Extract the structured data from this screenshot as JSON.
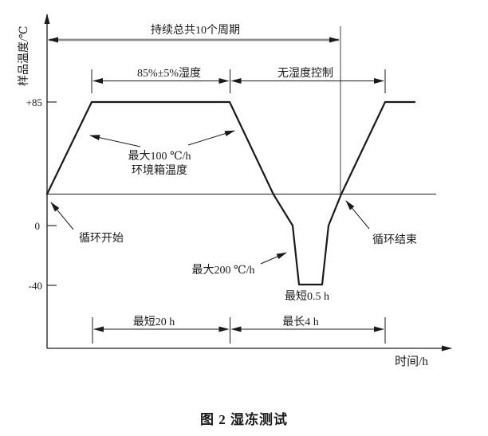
{
  "figure": {
    "caption": "图 2  湿冻测试"
  },
  "axes": {
    "y_label": "样品温度/℃",
    "x_label": "时间/h",
    "y_ticks": {
      "p85": "+85",
      "zero": "0",
      "m40": "-40"
    }
  },
  "dimensions": {
    "total_cycles": "持续总共10个周期",
    "humidity_zone": "85%±5%湿度",
    "no_humidity_zone": "无湿度控制",
    "min_dwell_warm": "最短20 h",
    "max_freeze_segment": "最长4 h"
  },
  "annotations": {
    "max_rate_warm_line1": "最大100 ℃/h",
    "max_rate_warm_line2": "环境箱温度",
    "max_rate_cold": "最大200 ℃/h",
    "min_dwell_cold": "最短0.5 h",
    "cycle_start": "循环开始",
    "cycle_end": "循环结束"
  },
  "colors": {
    "line": "#1a1a1a",
    "cycle_arrow_gray": "#8c8c8c",
    "marker_line_gray": "#777777"
  },
  "chart_data": {
    "type": "line",
    "caption": "图 2  湿冻测试",
    "xlabel": "时间/h",
    "ylabel": "样品温度/℃",
    "y_tick_values": [
      85,
      0,
      -40
    ],
    "cycles_total": "持续总共10个周期",
    "segments": [
      {
        "label": "循环开始",
        "level": "起始温度线"
      },
      {
        "label": "升温，最大100 ℃/h（环境箱温度）",
        "to_temp_c": 85
      },
      {
        "label": "+85 ℃ 保持，最短20 h，85%±5%湿度",
        "temp_c": 85,
        "min_hours": 20
      },
      {
        "label": "降温，最大200 ℃/h",
        "to_temp_c": -40
      },
      {
        "label": "-40 ℃ 保持，最短0.5 h",
        "temp_c": -40,
        "min_hours": 0.5
      },
      {
        "label": "冻结段 最长4 h，无湿度控制",
        "max_hours": 4
      },
      {
        "label": "循环结束",
        "level": "起始温度线"
      }
    ]
  }
}
